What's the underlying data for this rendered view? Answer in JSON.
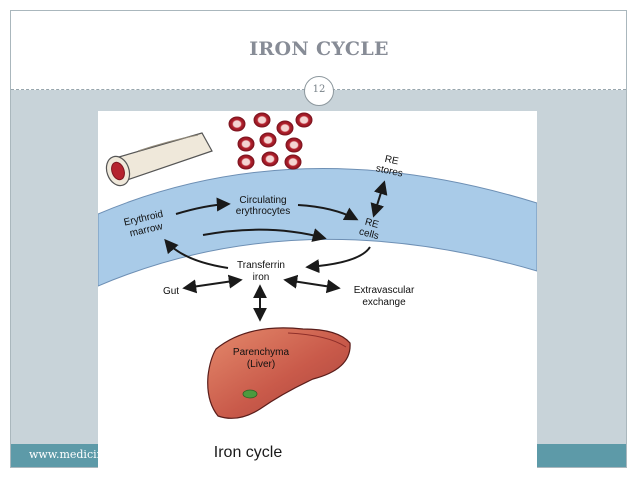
{
  "slide": {
    "title": "IRON CYCLE",
    "page_number": "12",
    "footer_text": "www.medicine"
  },
  "diagram": {
    "labels": {
      "erythroid_marrow_l1": "Erythroid",
      "erythroid_marrow_l2": "marrow",
      "circulating_l1": "Circulating",
      "circulating_l2": "erythrocytes",
      "re_cells_l1": "RE",
      "re_cells_l2": "cells",
      "re_stores_l1": "RE",
      "re_stores_l2": "stores",
      "transferrin_l1": "Transferrin",
      "transferrin_l2": "iron",
      "gut": "Gut",
      "extravascular_l1": "Extravascular",
      "extravascular_l2": "exchange",
      "parenchyma_l1": "Parenchyma",
      "parenchyma_l2": "(Liver)",
      "caption": "Iron cycle"
    },
    "colors": {
      "vessel_band": "#a9cbe8",
      "rbc": "#b5232f",
      "liver": "#cf6a57",
      "arrows": "#1a1a1a"
    },
    "icons": [
      "bone-icon",
      "red-blood-cell-icon",
      "liver-icon"
    ]
  }
}
